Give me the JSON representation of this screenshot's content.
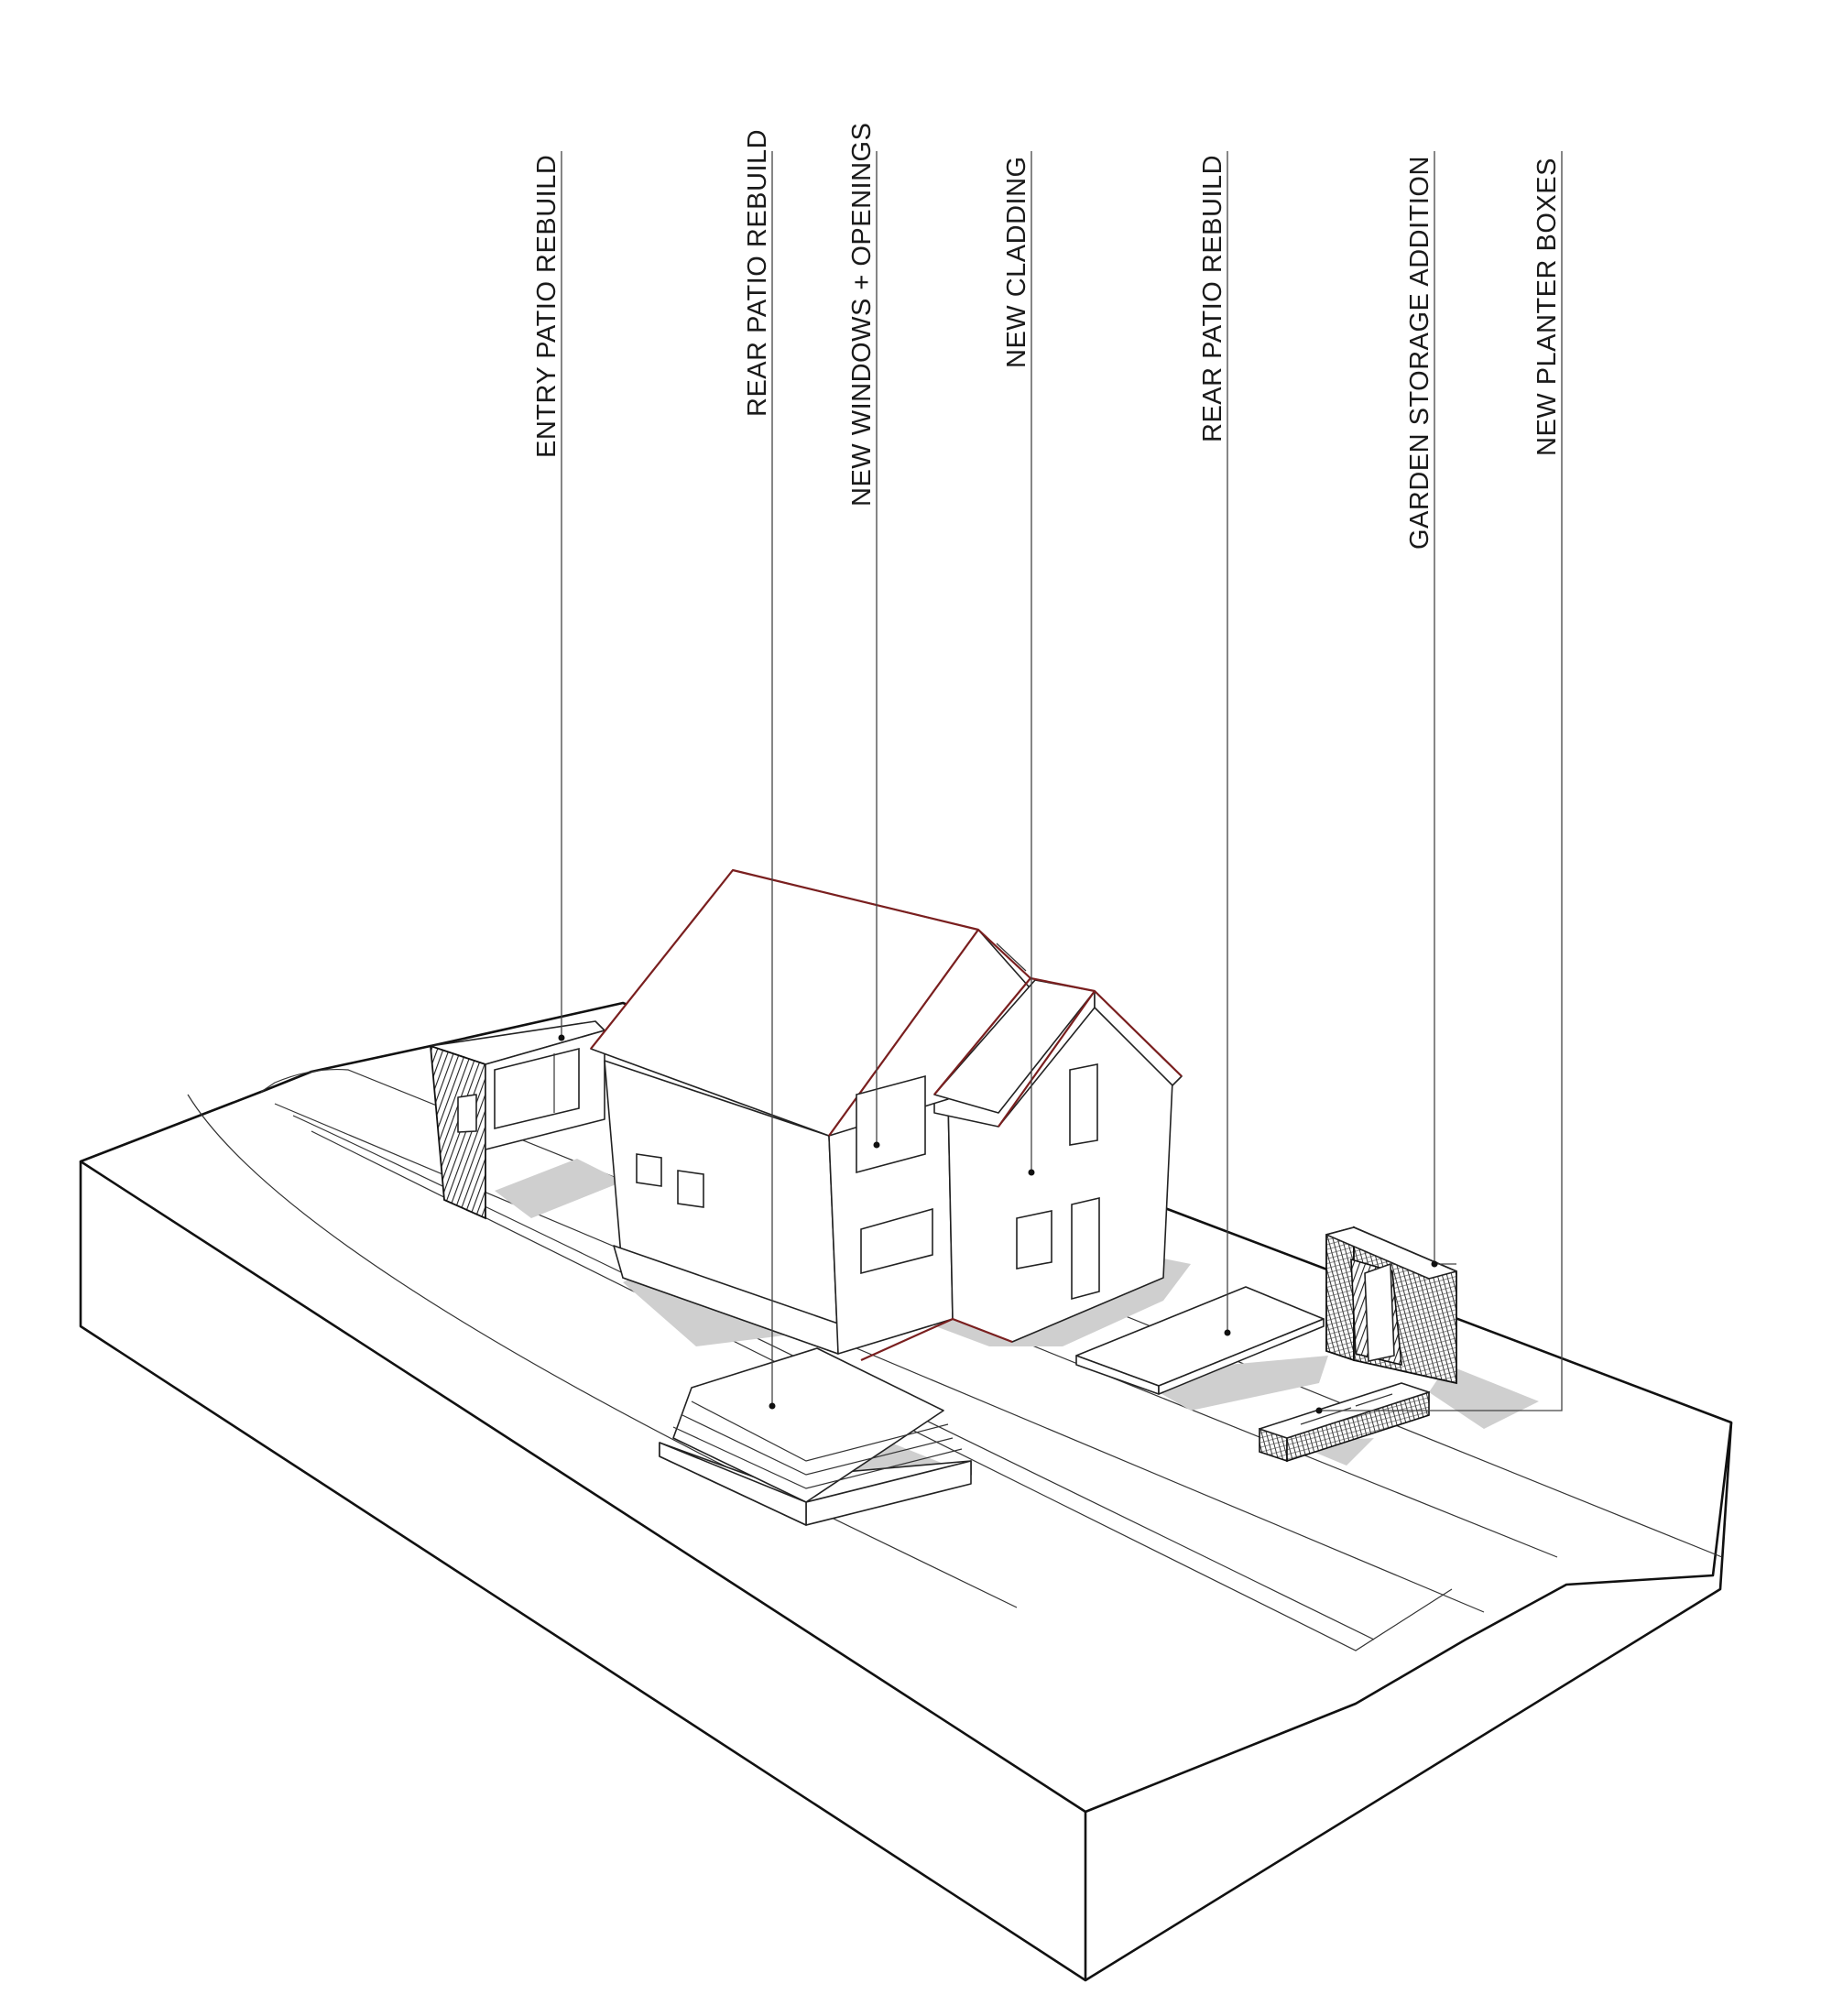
{
  "callouts": [
    {
      "id": "entry-patio",
      "label": "ENTRY PATIO REBUILD"
    },
    {
      "id": "rear-patio-steps",
      "label": "REAR PATIO REBUILD"
    },
    {
      "id": "new-windows",
      "label": "NEW WINDOWS + OPENINGS"
    },
    {
      "id": "new-cladding",
      "label": "NEW CLADDING"
    },
    {
      "id": "rear-patio-slab",
      "label": "REAR PATIO REBUILD"
    },
    {
      "id": "garden-storage",
      "label": "GARDEN STORAGE ADDITION"
    },
    {
      "id": "planter-boxes",
      "label": "NEW PLANTER BOXES"
    }
  ],
  "colors": {
    "roof_edge": "#7a1f1f",
    "line": "#111111",
    "shadow": "#cfcfcf",
    "background": "#ffffff"
  }
}
